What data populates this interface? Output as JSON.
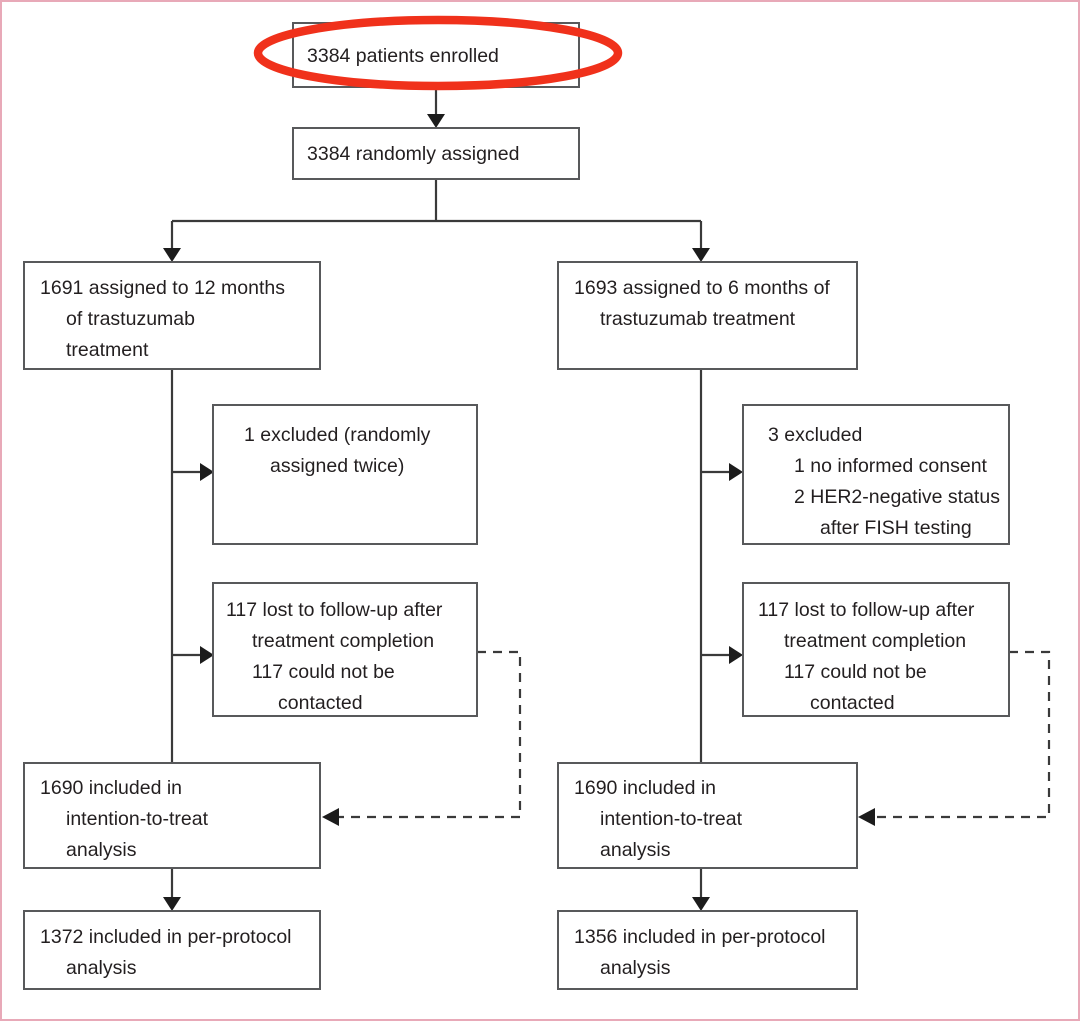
{
  "figure": {
    "type": "consort-flow-diagram",
    "title_text": "",
    "frame_border_color": "#e8a9b8",
    "box_border_color": "#58595b",
    "line_color": "#3a3a3a",
    "text_color": "#231f20",
    "annotation_color": "#f0311b"
  },
  "annotation": {
    "shape": "ellipse",
    "target": "enrolled-box",
    "color": "#f0311b"
  },
  "nodes": {
    "enrolled": {
      "lines": [
        "3384 patients enrolled"
      ],
      "indents": [
        0
      ]
    },
    "randomized": {
      "lines": [
        "3384 randomly assigned"
      ],
      "indents": [
        0
      ]
    },
    "arm12_assigned": {
      "lines": [
        "1691 assigned to 12 months",
        "of trastuzumab",
        "treatment"
      ],
      "indents": [
        0,
        1,
        1
      ]
    },
    "arm6_assigned": {
      "lines": [
        "1693 assigned to 6 months of",
        "trastuzumab treatment"
      ],
      "indents": [
        0,
        1
      ]
    },
    "arm12_excluded": {
      "lines": [
        "1 excluded (randomly",
        "assigned twice)"
      ],
      "indents": [
        0,
        1
      ]
    },
    "arm6_excluded": {
      "lines": [
        "3 excluded",
        "1 no informed consent",
        "2 HER2-negative status",
        "after FISH testing"
      ],
      "indents": [
        0,
        1,
        1,
        2
      ]
    },
    "arm12_lost": {
      "lines": [
        "117 lost to follow-up after",
        "treatment completion",
        "117 could not be",
        "contacted"
      ],
      "indents": [
        0,
        1,
        1,
        2
      ]
    },
    "arm6_lost": {
      "lines": [
        "117 lost to follow-up after",
        "treatment completion",
        "117 could not be",
        "contacted"
      ],
      "indents": [
        0,
        1,
        1,
        2
      ]
    },
    "arm12_itt": {
      "lines": [
        "1690 included in",
        "intention-to-treat",
        "analysis"
      ],
      "indents": [
        0,
        1,
        1
      ]
    },
    "arm6_itt": {
      "lines": [
        "1690 included in",
        "intention-to-treat",
        "analysis"
      ],
      "indents": [
        0,
        1,
        1
      ]
    },
    "arm12_pp": {
      "lines": [
        "1372 included in per-protocol",
        "analysis"
      ],
      "indents": [
        0,
        1
      ]
    },
    "arm6_pp": {
      "lines": [
        "1356 included in per-protocol",
        "analysis"
      ],
      "indents": [
        0,
        1
      ]
    }
  },
  "chart_data": {
    "type": "flowchart",
    "title": "CONSORT trial profile",
    "stages": [
      {
        "label": "patients enrolled",
        "n": 3384
      },
      {
        "label": "randomly assigned",
        "n": 3384
      }
    ],
    "arms": [
      {
        "name": "12 months of trastuzumab treatment",
        "assigned": 1691,
        "excluded": 1,
        "excluded_reasons": [
          {
            "reason": "randomly assigned twice",
            "n": 1
          }
        ],
        "lost_to_followup_after_treatment_completion": 117,
        "could_not_be_contacted": 117,
        "intention_to_treat": 1690,
        "per_protocol": 1372
      },
      {
        "name": "6 months of trastuzumab treatment",
        "assigned": 1693,
        "excluded": 3,
        "excluded_reasons": [
          {
            "reason": "no informed consent",
            "n": 1
          },
          {
            "reason": "HER2-negative status after FISH testing",
            "n": 2
          }
        ],
        "lost_to_followup_after_treatment_completion": 117,
        "could_not_be_contacted": 117,
        "intention_to_treat": 1690,
        "per_protocol": 1356
      }
    ]
  }
}
